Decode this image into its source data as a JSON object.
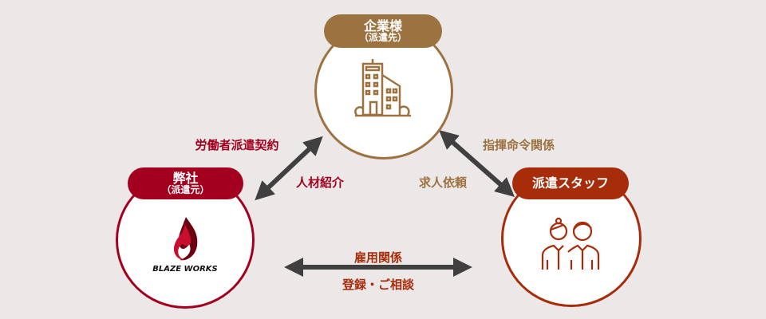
{
  "nodes": {
    "client": {
      "title": "企業様",
      "subtitle": "（派遣先）",
      "icon": "building-icon",
      "color": "#9c7240"
    },
    "company": {
      "title": "弊社",
      "subtitle": "（派遣元）",
      "icon": "blaze-works-logo",
      "logo_text": "BLAZE WORKS",
      "color": "#a3001f"
    },
    "staff": {
      "title": "派遣スタッフ",
      "icon": "staff-people-icon",
      "color": "#a62c0a"
    }
  },
  "relations": {
    "dispatch_contract": {
      "label": "労働者派遣契約",
      "color": "#a3001f"
    },
    "referral": {
      "label": "人材紹介",
      "color": "#a3001f"
    },
    "command": {
      "label": "指揮命令関係",
      "color": "#9c7240"
    },
    "job_request": {
      "label": "求人依頼",
      "color": "#9c7240"
    },
    "employment": {
      "label": "雇用関係",
      "color": "#a62c0a"
    },
    "registration": {
      "label": "登録・ご相談",
      "color": "#a62c0a"
    }
  },
  "arrow_color": "#404040"
}
